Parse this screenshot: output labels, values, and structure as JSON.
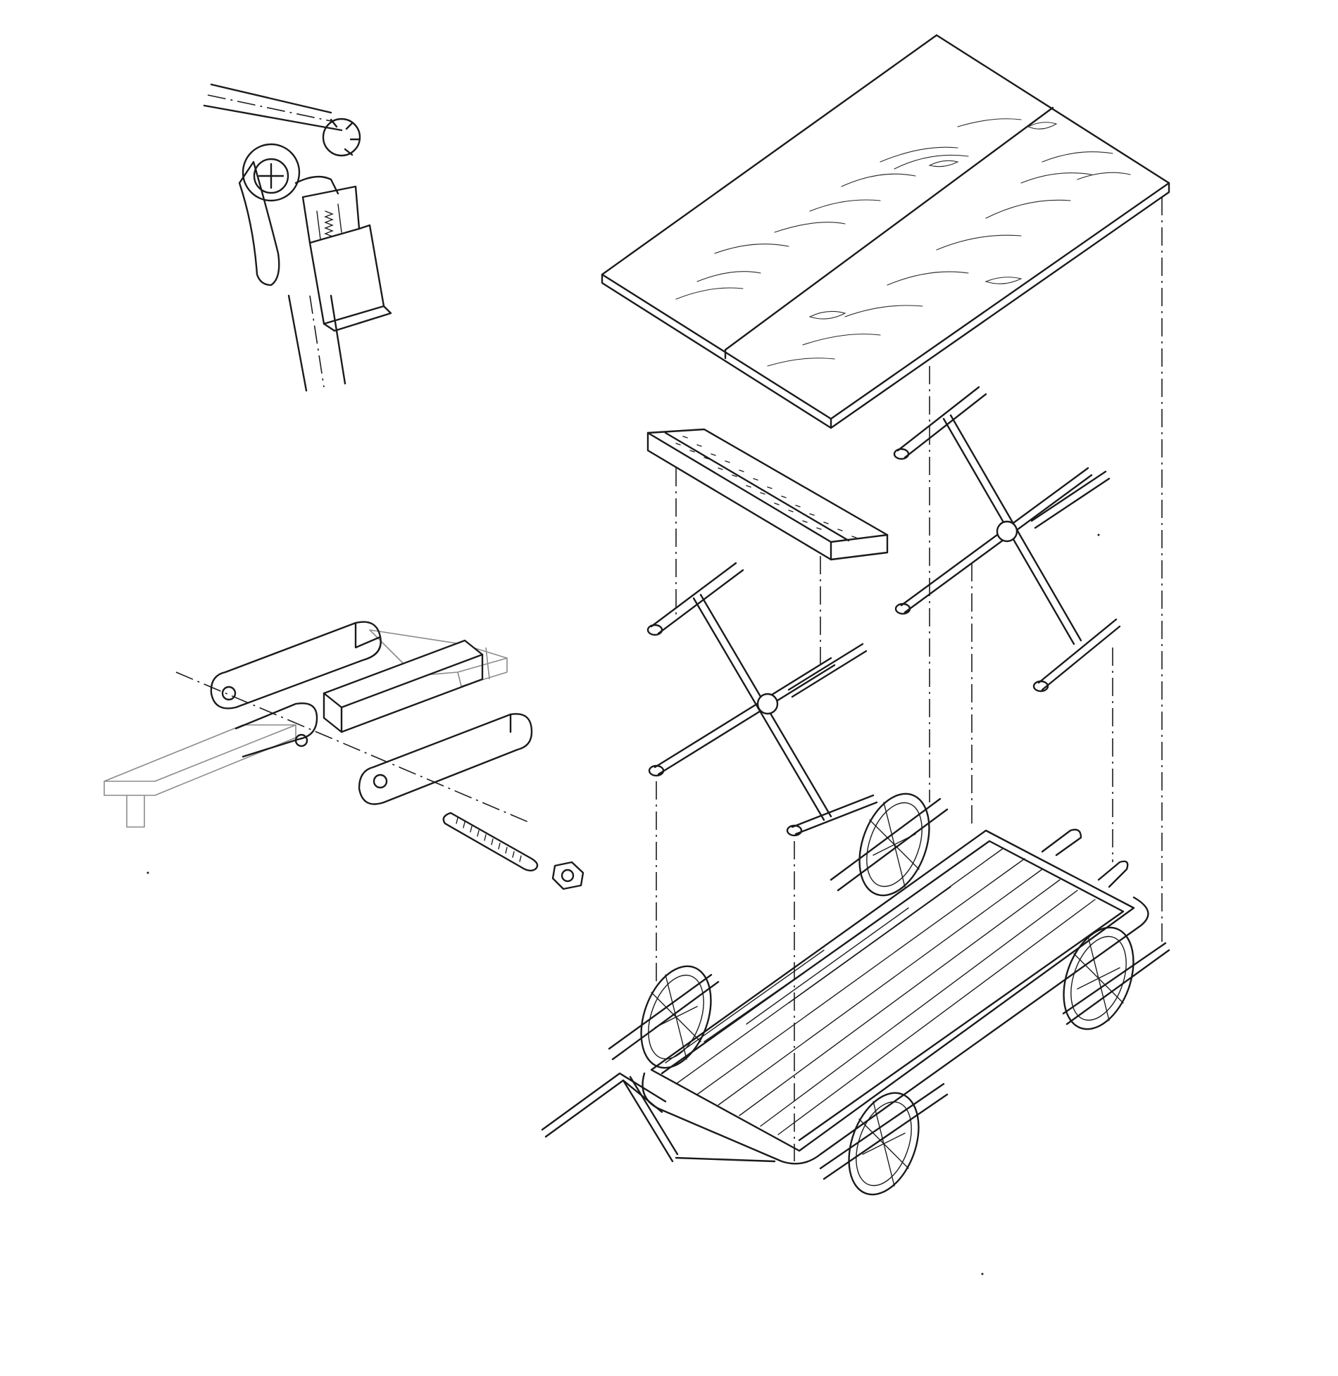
{
  "drawing": {
    "type": "exploded isometric line drawing",
    "colors": {
      "ink": "#1a1a1a",
      "ghost": "#8a8a8a",
      "paper": "#ffffff"
    },
    "components": [
      "hinge-latch-detail",
      "bracket-bolt-detail",
      "wood-tabletop",
      "perforated-channel",
      "x-brace-left",
      "x-brace-right",
      "wheeled-cart-frame"
    ]
  }
}
